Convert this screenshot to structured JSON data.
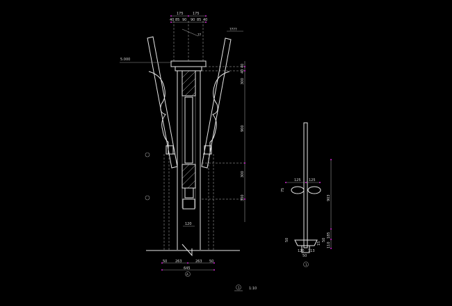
{
  "drawing": {
    "colors": {
      "background": "#000000",
      "lines": "#e8e8e8",
      "dimension_ticks": "#d020d0"
    },
    "main_elevation": {
      "top_dims_row1": [
        "175",
        "175"
      ],
      "top_dims_row2": [
        "40",
        "85",
        "90",
        "90",
        "85",
        "40"
      ],
      "leader_note": "??",
      "right_top_note": "????",
      "level_mark": "5.000",
      "vertical_dims": [
        "300",
        "900",
        "300",
        "300"
      ],
      "small_dims": [
        "40",
        "40"
      ],
      "inner_dim": "120",
      "bottom_dims": [
        "50",
        "263",
        "263",
        "50"
      ],
      "overall_width": "645",
      "axis_label": "A"
    },
    "side_detail": {
      "top_dims": [
        "125",
        "125"
      ],
      "left_dim": "75",
      "vertical_dims": [
        "903",
        "185",
        "110"
      ],
      "lower_dims": [
        "50",
        "120",
        "113",
        "50",
        "15",
        "50"
      ],
      "axis_label": "1"
    },
    "scale_label": "1:10",
    "detail_symbol": "1"
  }
}
